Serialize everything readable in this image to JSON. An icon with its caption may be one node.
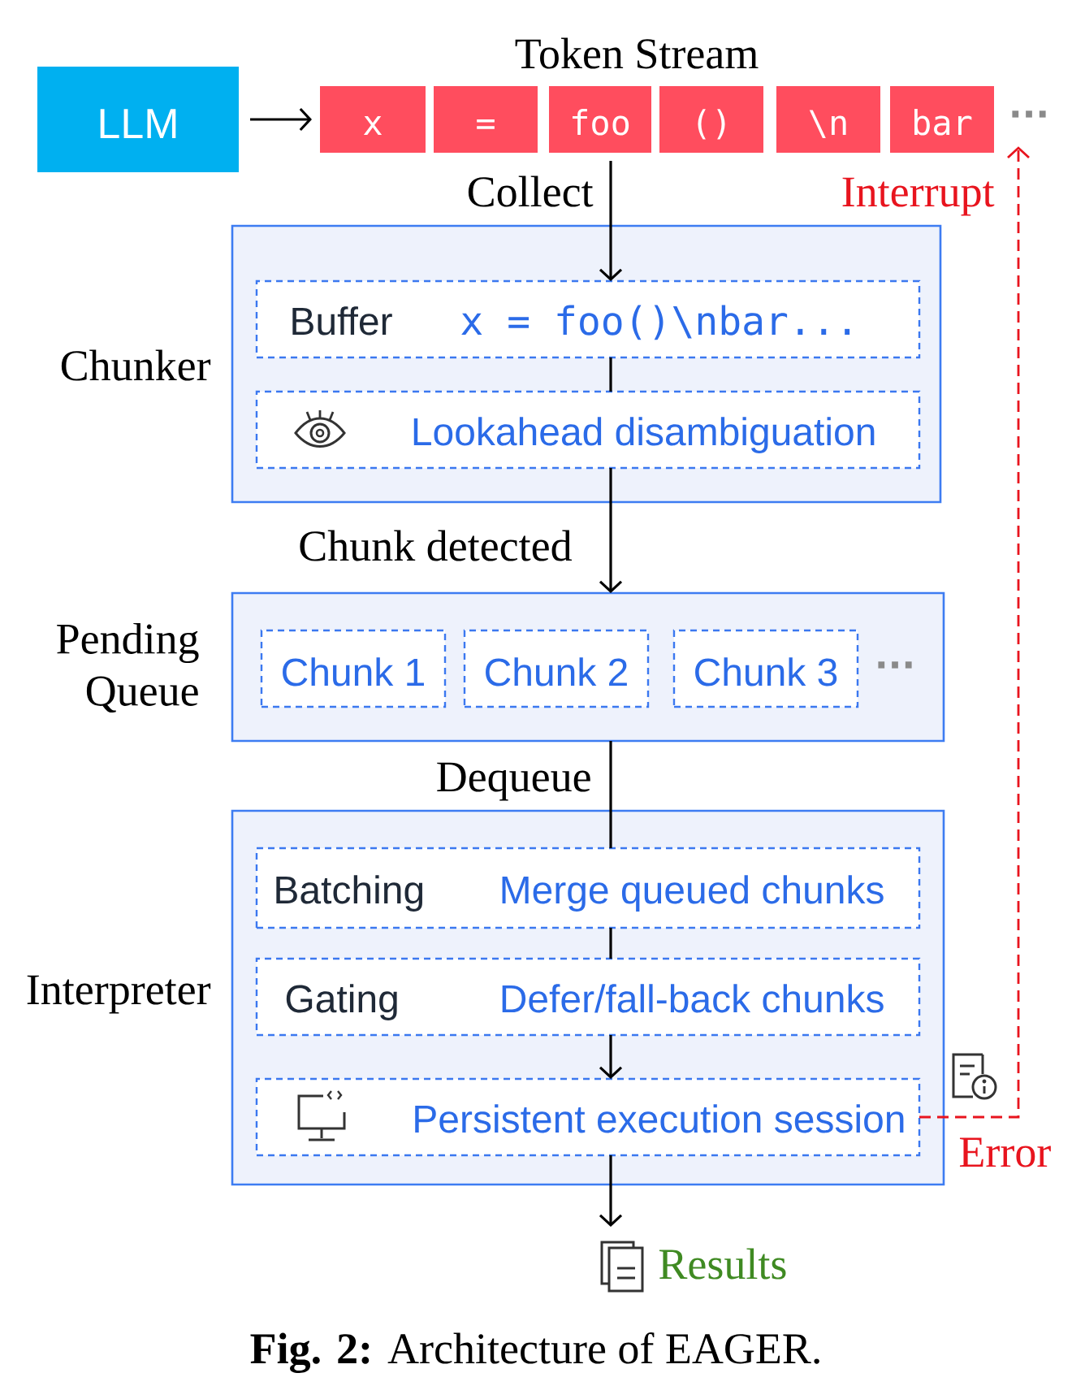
{
  "diagram": {
    "caption": "**Fig. 2:** Architecture of EAGER.",
    "nodes": [
      {
        "text": [
          "LLM"
        ]
      },
      {
        "text": [
          "x"
        ]
      },
      {
        "text": [
          "="
        ]
      },
      {
        "text": [
          "foo"
        ]
      },
      {
        "text": [
          "()"
        ]
      },
      {
        "text": [
          "\\n"
        ]
      },
      {
        "text": [
          "bar"
        ]
      },
      {
        "text": [
          "···"
        ]
      },
      {
        "text": [
          "Chunker"
        ]
      },
      {
        "text": [
          "Buffer",
          "x = foo()\\nbar..."
        ],
        "in": 8
      },
      {
        "text": [
          "Lookahead disambiguation"
        ],
        "in": 8
      },
      {
        "text": [
          "Pending Queue"
        ]
      },
      {
        "text": [
          "Chunk 1"
        ],
        "in": 11
      },
      {
        "text": [
          "Chunk 2"
        ],
        "in": 11
      },
      {
        "text": [
          "Chunk 3"
        ],
        "in": 11
      },
      {
        "text": [
          "Interpreter"
        ]
      },
      {
        "text": [
          "Batching",
          "Merge queued chunks"
        ],
        "in": 15
      },
      {
        "text": [
          "Gating",
          "Defer/fall-back chunks"
        ],
        "in": 15
      },
      {
        "text": [
          "Persistent execution session"
        ],
        "in": 15
      },
      {
        "text": [],
        "shape": "picture",
        "beside": [
          "Results"
        ]
      }
    ],
    "edges": [
      {
        "from": 0,
        "to": 1,
        "arrow": "to"
      },
      {
        "from": 3,
        "to": 9,
        "arrow": "to",
        "label": "Collect"
      },
      {
        "from": 9,
        "to": 10,
        "arrow": "none"
      },
      {
        "from": 10,
        "to": 11,
        "arrow": "to",
        "label": "Chunk detected"
      },
      {
        "from": 11,
        "to": 16,
        "arrow": "none",
        "label": "Dequeue"
      },
      {
        "from": 16,
        "to": 17,
        "arrow": "none"
      },
      {
        "from": 17,
        "to": 18,
        "arrow": "to"
      },
      {
        "from": 18,
        "to": 19,
        "arrow": "to"
      },
      {
        "from": 18,
        "to": 7,
        "arrow": "to",
        "label": "Interrupt",
        "style": "dashed",
        "color": "#e8141e"
      }
    ],
    "labels": [
      "Token Stream",
      "···",
      "Error"
    ]
  }
}
